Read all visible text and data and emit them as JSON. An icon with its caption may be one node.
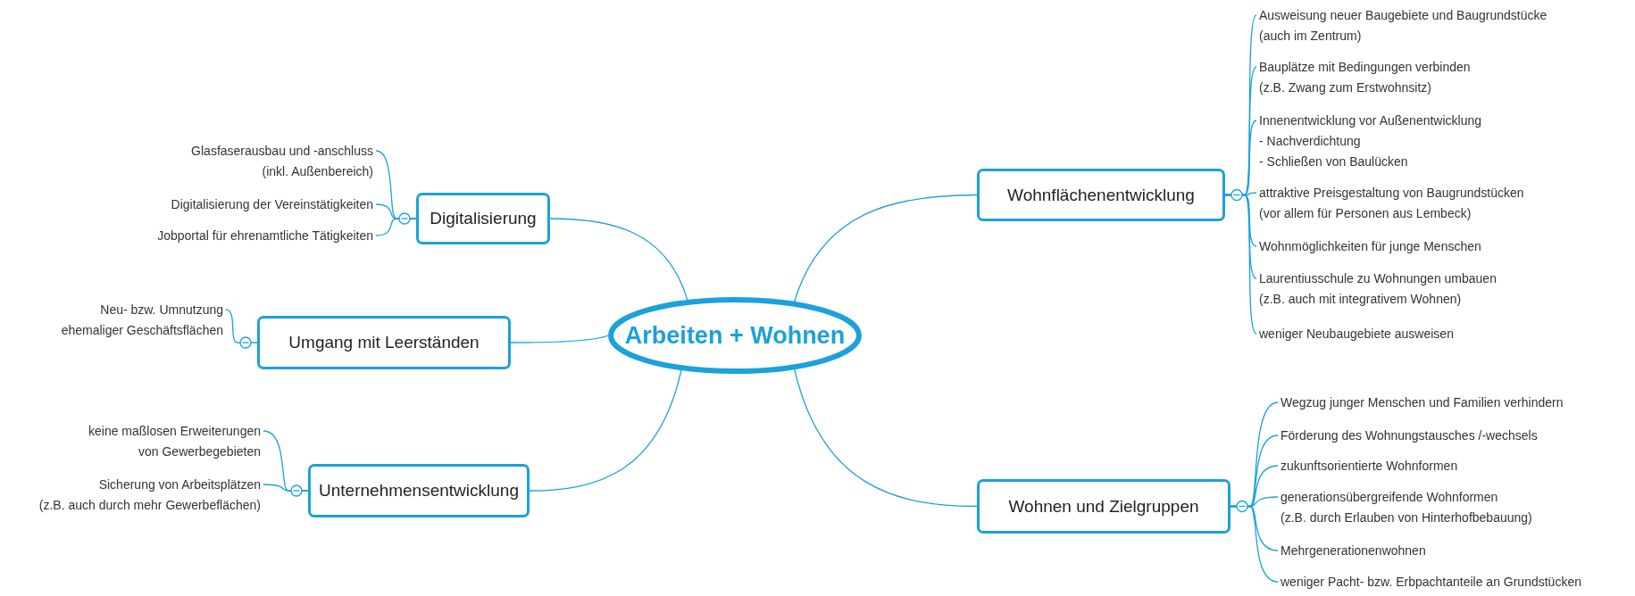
{
  "diagram": {
    "nodes": [
      {
        "text": [
          "Arbeiten + Wohnen"
        ]
      },
      {
        "text": [
          "Digitalisierung"
        ]
      },
      {
        "text": [
          "Glasfaserausbau und -anschluss (inkl. Außenbereich)"
        ]
      },
      {
        "text": [
          "Digitalisierung der Vereinstätigkeiten"
        ]
      },
      {
        "text": [
          "Jobportal für ehrenamtliche Tätigkeiten"
        ]
      },
      {
        "text": [
          "Umgang mit Leerständen"
        ]
      },
      {
        "text": [
          "Neu- bzw. Umnutzung ehemaliger Geschäftsflächen"
        ]
      },
      {
        "text": [
          "Unternehmensentwicklung"
        ]
      },
      {
        "text": [
          "keine maßlosen Erweiterungen von Gewerbegebieten"
        ]
      },
      {
        "text": [
          "Sicherung von Arbeitsplätzen (z.B. auch durch mehr Gewerbeflächen)"
        ]
      },
      {
        "text": [
          "Wohnflächenentwicklung"
        ]
      },
      {
        "text": [
          "Ausweisung neuer Baugebiete und Baugrundstücke (auch im Zentrum)"
        ]
      },
      {
        "text": [
          "Bauplätze mit Bedingungen verbinden (z.B. Zwang zum Erstwohnsitz)"
        ]
      },
      {
        "text": [
          "Innenentwicklung vor Außenentwicklung - Nachverdichtung - Schließen von Baulücken"
        ]
      },
      {
        "text": [
          "attraktive Preisgestaltung von Baugrundstücken (vor allem für Personen aus Lembeck)"
        ]
      },
      {
        "text": [
          "Wohnmöglichkeiten für junge Menschen"
        ]
      },
      {
        "text": [
          "Laurentiusschule zu Wohnungen umbauen (z.B. auch mit integrativem Wohnen)"
        ]
      },
      {
        "text": [
          "weniger Neubaugebiete ausweisen"
        ]
      },
      {
        "text": [
          "Wohnen und Zielgruppen"
        ]
      },
      {
        "text": [
          "Wegzug junger Menschen und Familien verhindern"
        ]
      },
      {
        "text": [
          "Förderung des Wohnungstausches /-wechsels"
        ]
      },
      {
        "text": [
          "zukunftsorientierte Wohnformen"
        ]
      },
      {
        "text": [
          "generationsübergreifende Wohnformen (z.B. durch Erlauben von Hinterhofbebauung)"
        ]
      },
      {
        "text": [
          "Mehrgenerationenwohnen"
        ]
      },
      {
        "text": [
          "weniger Pacht- bzw. Erbpachtanteile an Grundstücken"
        ]
      }
    ],
    "edges": [
      {
        "from": 0,
        "to": 1,
        "arrow": "none"
      },
      {
        "from": 1,
        "to": 2,
        "arrow": "none"
      },
      {
        "from": 1,
        "to": 3,
        "arrow": "none"
      },
      {
        "from": 1,
        "to": 4,
        "arrow": "none"
      },
      {
        "from": 0,
        "to": 5,
        "arrow": "none"
      },
      {
        "from": 5,
        "to": 6,
        "arrow": "none"
      },
      {
        "from": 0,
        "to": 7,
        "arrow": "none"
      },
      {
        "from": 7,
        "to": 8,
        "arrow": "none"
      },
      {
        "from": 7,
        "to": 9,
        "arrow": "none"
      },
      {
        "from": 0,
        "to": 10,
        "arrow": "none"
      },
      {
        "from": 10,
        "to": 11,
        "arrow": "none"
      },
      {
        "from": 10,
        "to": 12,
        "arrow": "none"
      },
      {
        "from": 10,
        "to": 13,
        "arrow": "none"
      },
      {
        "from": 10,
        "to": 14,
        "arrow": "none"
      },
      {
        "from": 10,
        "to": 15,
        "arrow": "none"
      },
      {
        "from": 10,
        "to": 16,
        "arrow": "none"
      },
      {
        "from": 10,
        "to": 17,
        "arrow": "none"
      },
      {
        "from": 0,
        "to": 18,
        "arrow": "none"
      },
      {
        "from": 18,
        "to": 19,
        "arrow": "none"
      },
      {
        "from": 18,
        "to": 20,
        "arrow": "none"
      },
      {
        "from": 18,
        "to": 21,
        "arrow": "none"
      },
      {
        "from": 18,
        "to": 22,
        "arrow": "none"
      },
      {
        "from": 18,
        "to": 23,
        "arrow": "none"
      },
      {
        "from": 18,
        "to": 24,
        "arrow": "none"
      }
    ]
  }
}
